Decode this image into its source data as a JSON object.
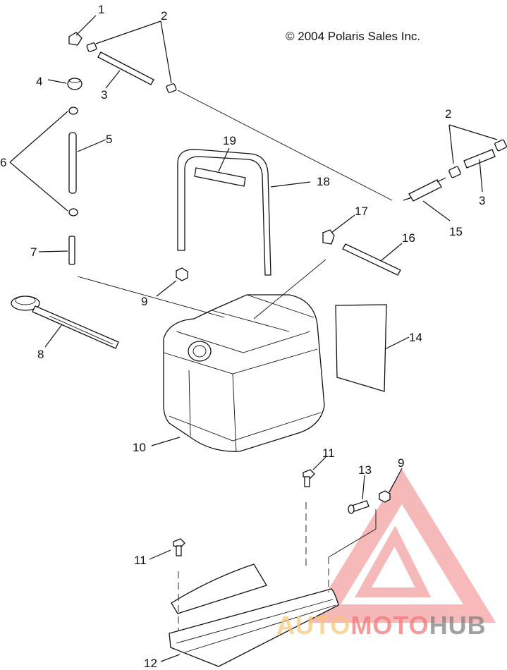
{
  "copyright": "© 2004 Polaris Sales Inc.",
  "watermark": {
    "part1": "AUTO",
    "part2": "MOTO",
    "part3": "HUB"
  },
  "callouts": {
    "c1": "1",
    "c2a": "2",
    "c2b": "2",
    "c3a": "3",
    "c3b": "3",
    "c4": "4",
    "c5": "5",
    "c6": "6",
    "c7": "7",
    "c8": "8",
    "c9a": "9",
    "c9b": "9",
    "c10": "10",
    "c11a": "11",
    "c11b": "11",
    "c12": "12",
    "c13": "13",
    "c14": "14",
    "c15": "15",
    "c16": "16",
    "c17": "17",
    "c18": "18",
    "c19": "19"
  },
  "colors": {
    "line": "#111111",
    "watermark_red": "#f08080",
    "watermark_orange": "#f6c878",
    "watermark_gray": "#828282"
  }
}
